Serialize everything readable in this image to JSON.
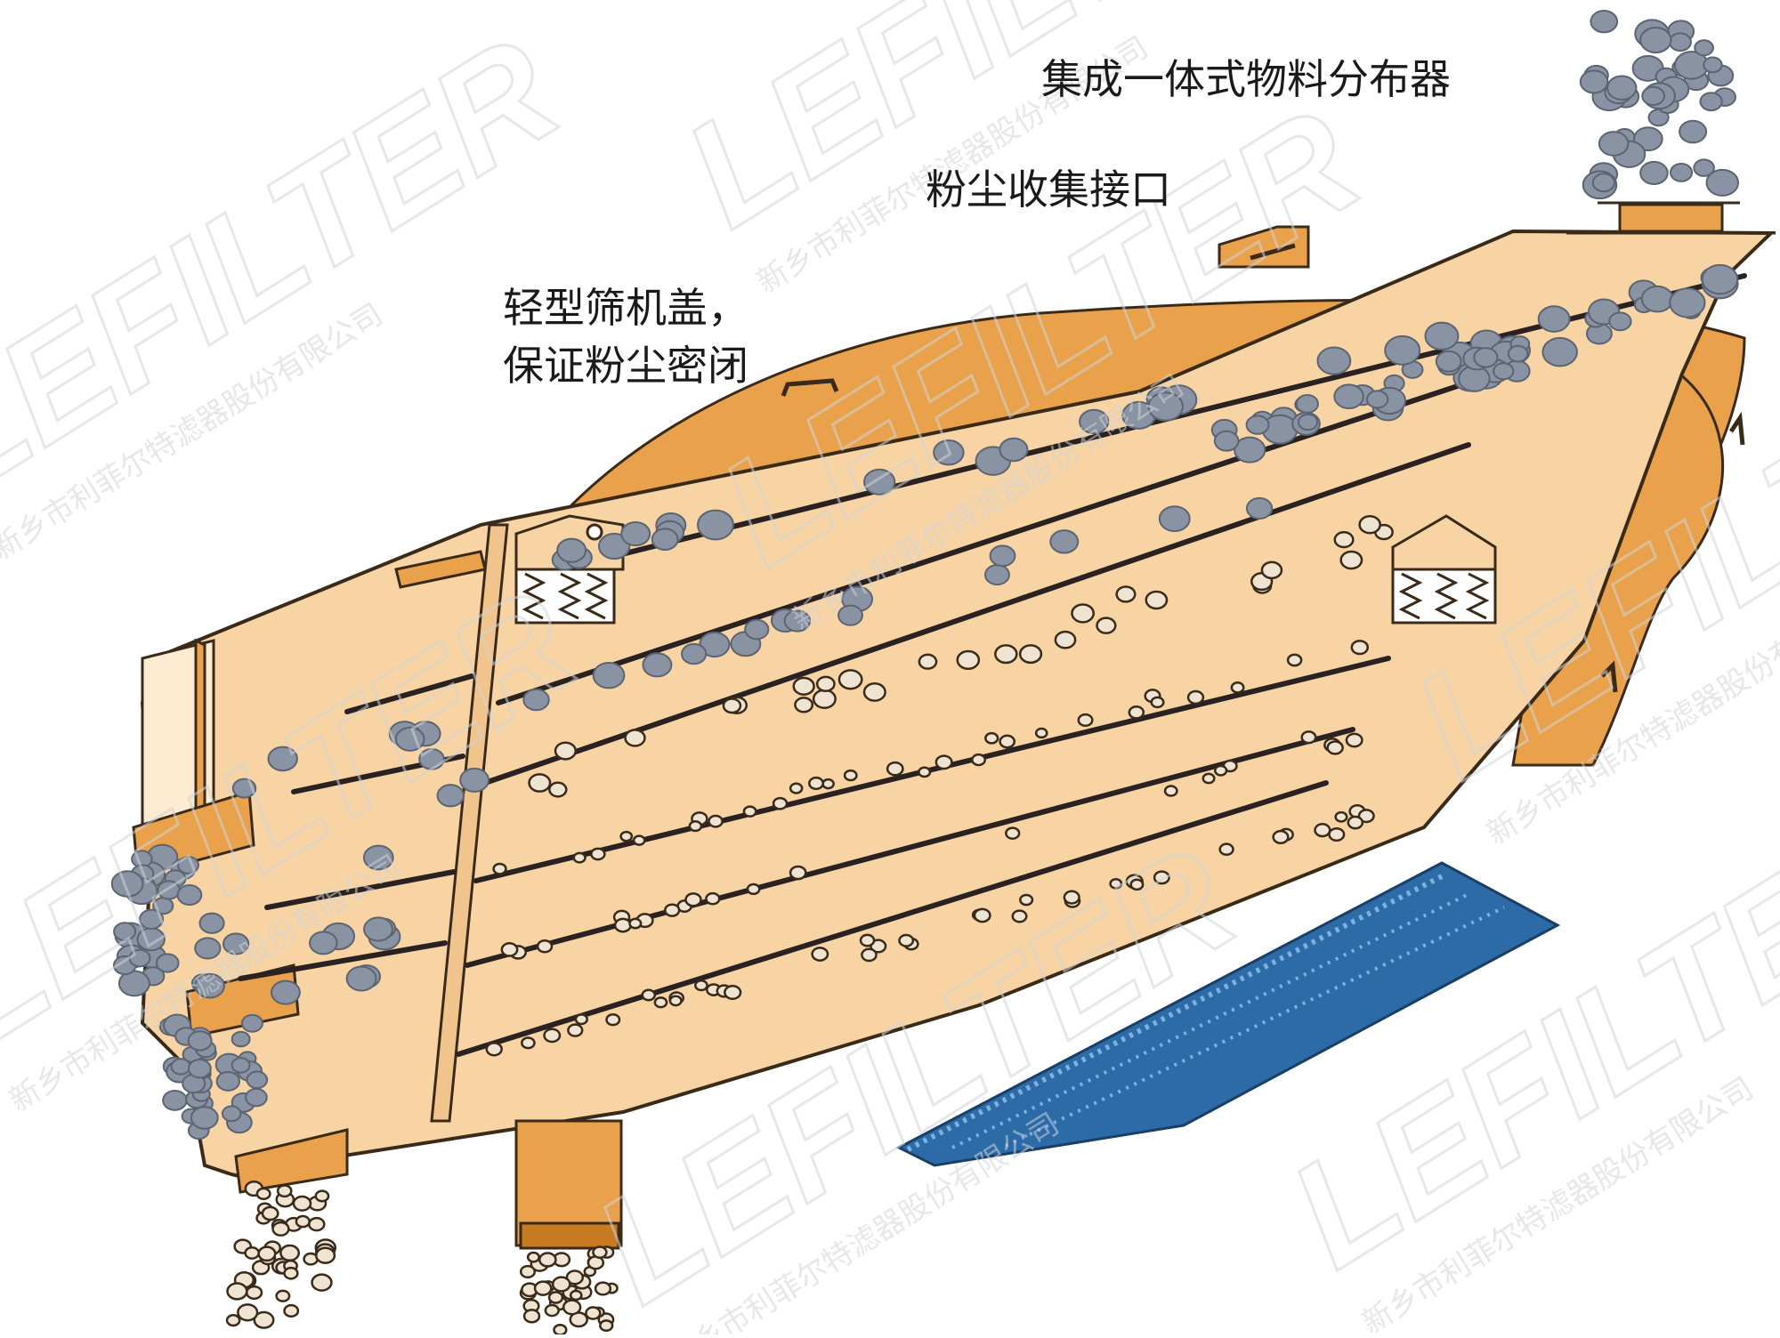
{
  "labels": {
    "distributor": "集成一体式物料分布器",
    "dust_port": "粉尘收集接口",
    "cover_line1": "轻型筛机盖，",
    "cover_line2": "保证粉尘密闭"
  },
  "watermark": {
    "brand": "LEFILTER",
    "registered": "®",
    "company": "新乡市利菲尔特滤器股份有限公司"
  },
  "colors": {
    "body": "#f8d4a4",
    "body_shade": "#f1c38d",
    "frame_orange": "#e9a24b",
    "dark_orange": "#c77a22",
    "outline": "#3a2a1a",
    "stone": "#8a93a3",
    "stone_dark": "#5c6472",
    "screen_blue": "#2c6aa8",
    "watermark": "#cfd3d8"
  },
  "icons": {
    "hinge": "hinge-icon",
    "spring": "spring-icon"
  }
}
